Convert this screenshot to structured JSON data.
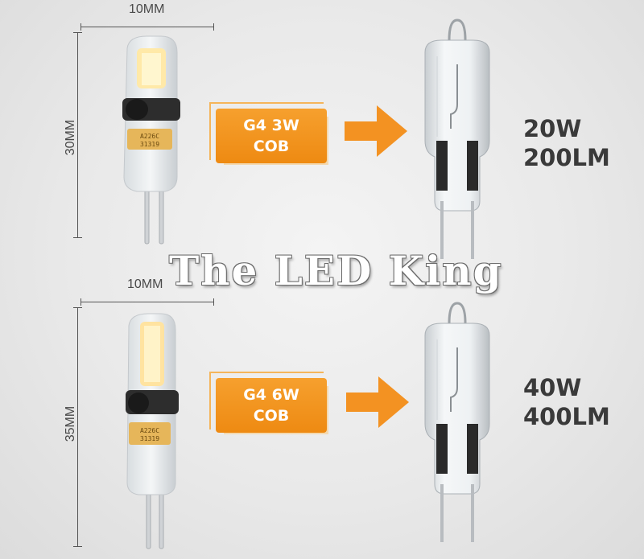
{
  "colors": {
    "accent": "#f08c15",
    "text": "#3a3a3a",
    "background": "#ececec"
  },
  "top": {
    "width_label": "10MM",
    "height_label": "30MM",
    "badge_line1": "G4 3W",
    "badge_line2": "COB",
    "spec_line1": "20W",
    "spec_line2": "200LM"
  },
  "bottom": {
    "width_label": "10MM",
    "height_label": "35MM",
    "badge_line1": "G4 6W",
    "badge_line2": "COB",
    "spec_line1": "40W",
    "spec_line2": "400LM"
  },
  "watermark": "The LED King",
  "icons": [
    "led-bulb-icon",
    "halogen-bulb-icon",
    "arrow-right-icon"
  ]
}
